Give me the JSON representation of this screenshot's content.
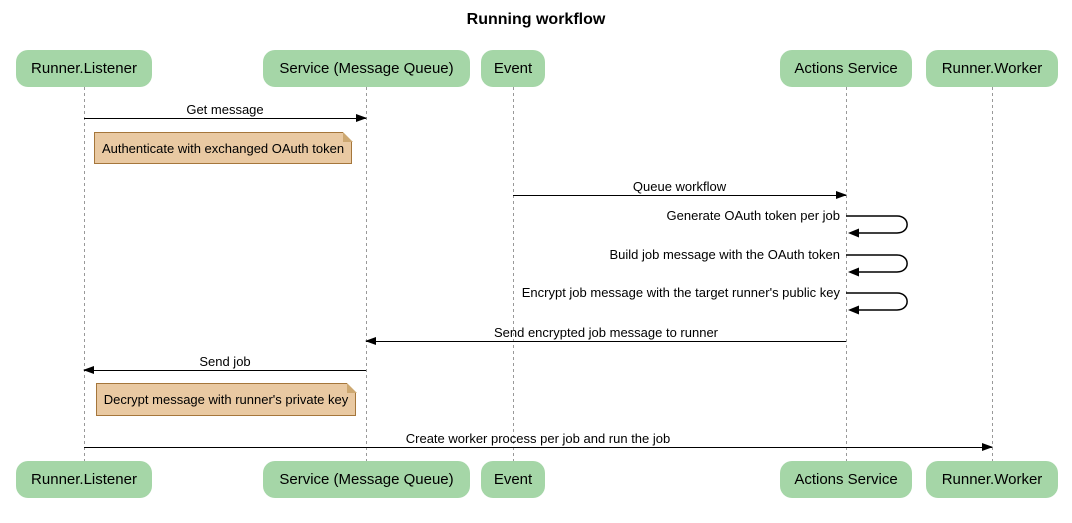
{
  "title": "Running workflow",
  "participants": [
    {
      "label": "Runner.Listener"
    },
    {
      "label": "Service (Message Queue)"
    },
    {
      "label": "Event"
    },
    {
      "label": "Actions Service"
    },
    {
      "label": "Runner.Worker"
    }
  ],
  "messages": [
    {
      "label": "Get message",
      "from": "Runner.Listener",
      "to": "Service (Message Queue)"
    },
    {
      "label": "Queue workflow",
      "from": "Event",
      "to": "Actions Service"
    },
    {
      "label": "Generate OAuth token per job",
      "from": "Actions Service",
      "to": "Actions Service",
      "self": true
    },
    {
      "label": "Build job message with the OAuth token",
      "from": "Actions Service",
      "to": "Actions Service",
      "self": true
    },
    {
      "label": "Encrypt job message with the target runner's public key",
      "from": "Actions Service",
      "to": "Actions Service",
      "self": true
    },
    {
      "label": "Send encrypted job message to runner",
      "from": "Actions Service",
      "to": "Service (Message Queue)"
    },
    {
      "label": "Send job",
      "from": "Service (Message Queue)",
      "to": "Runner.Listener"
    },
    {
      "label": "Create worker process per job and run the job",
      "from": "Runner.Listener",
      "to": "Runner.Worker"
    }
  ],
  "notes": [
    {
      "label": "Authenticate with exchanged OAuth token",
      "over": "Runner.Listener"
    },
    {
      "label": "Decrypt message with runner's private key",
      "over": "Runner.Listener"
    }
  ],
  "colors": {
    "actor_fill": "#a5d6a7",
    "note_fill": "#e9c9a2",
    "note_border": "#a5763b",
    "lifeline": "#999999",
    "arrow": "#000000",
    "background": "#ffffff"
  }
}
